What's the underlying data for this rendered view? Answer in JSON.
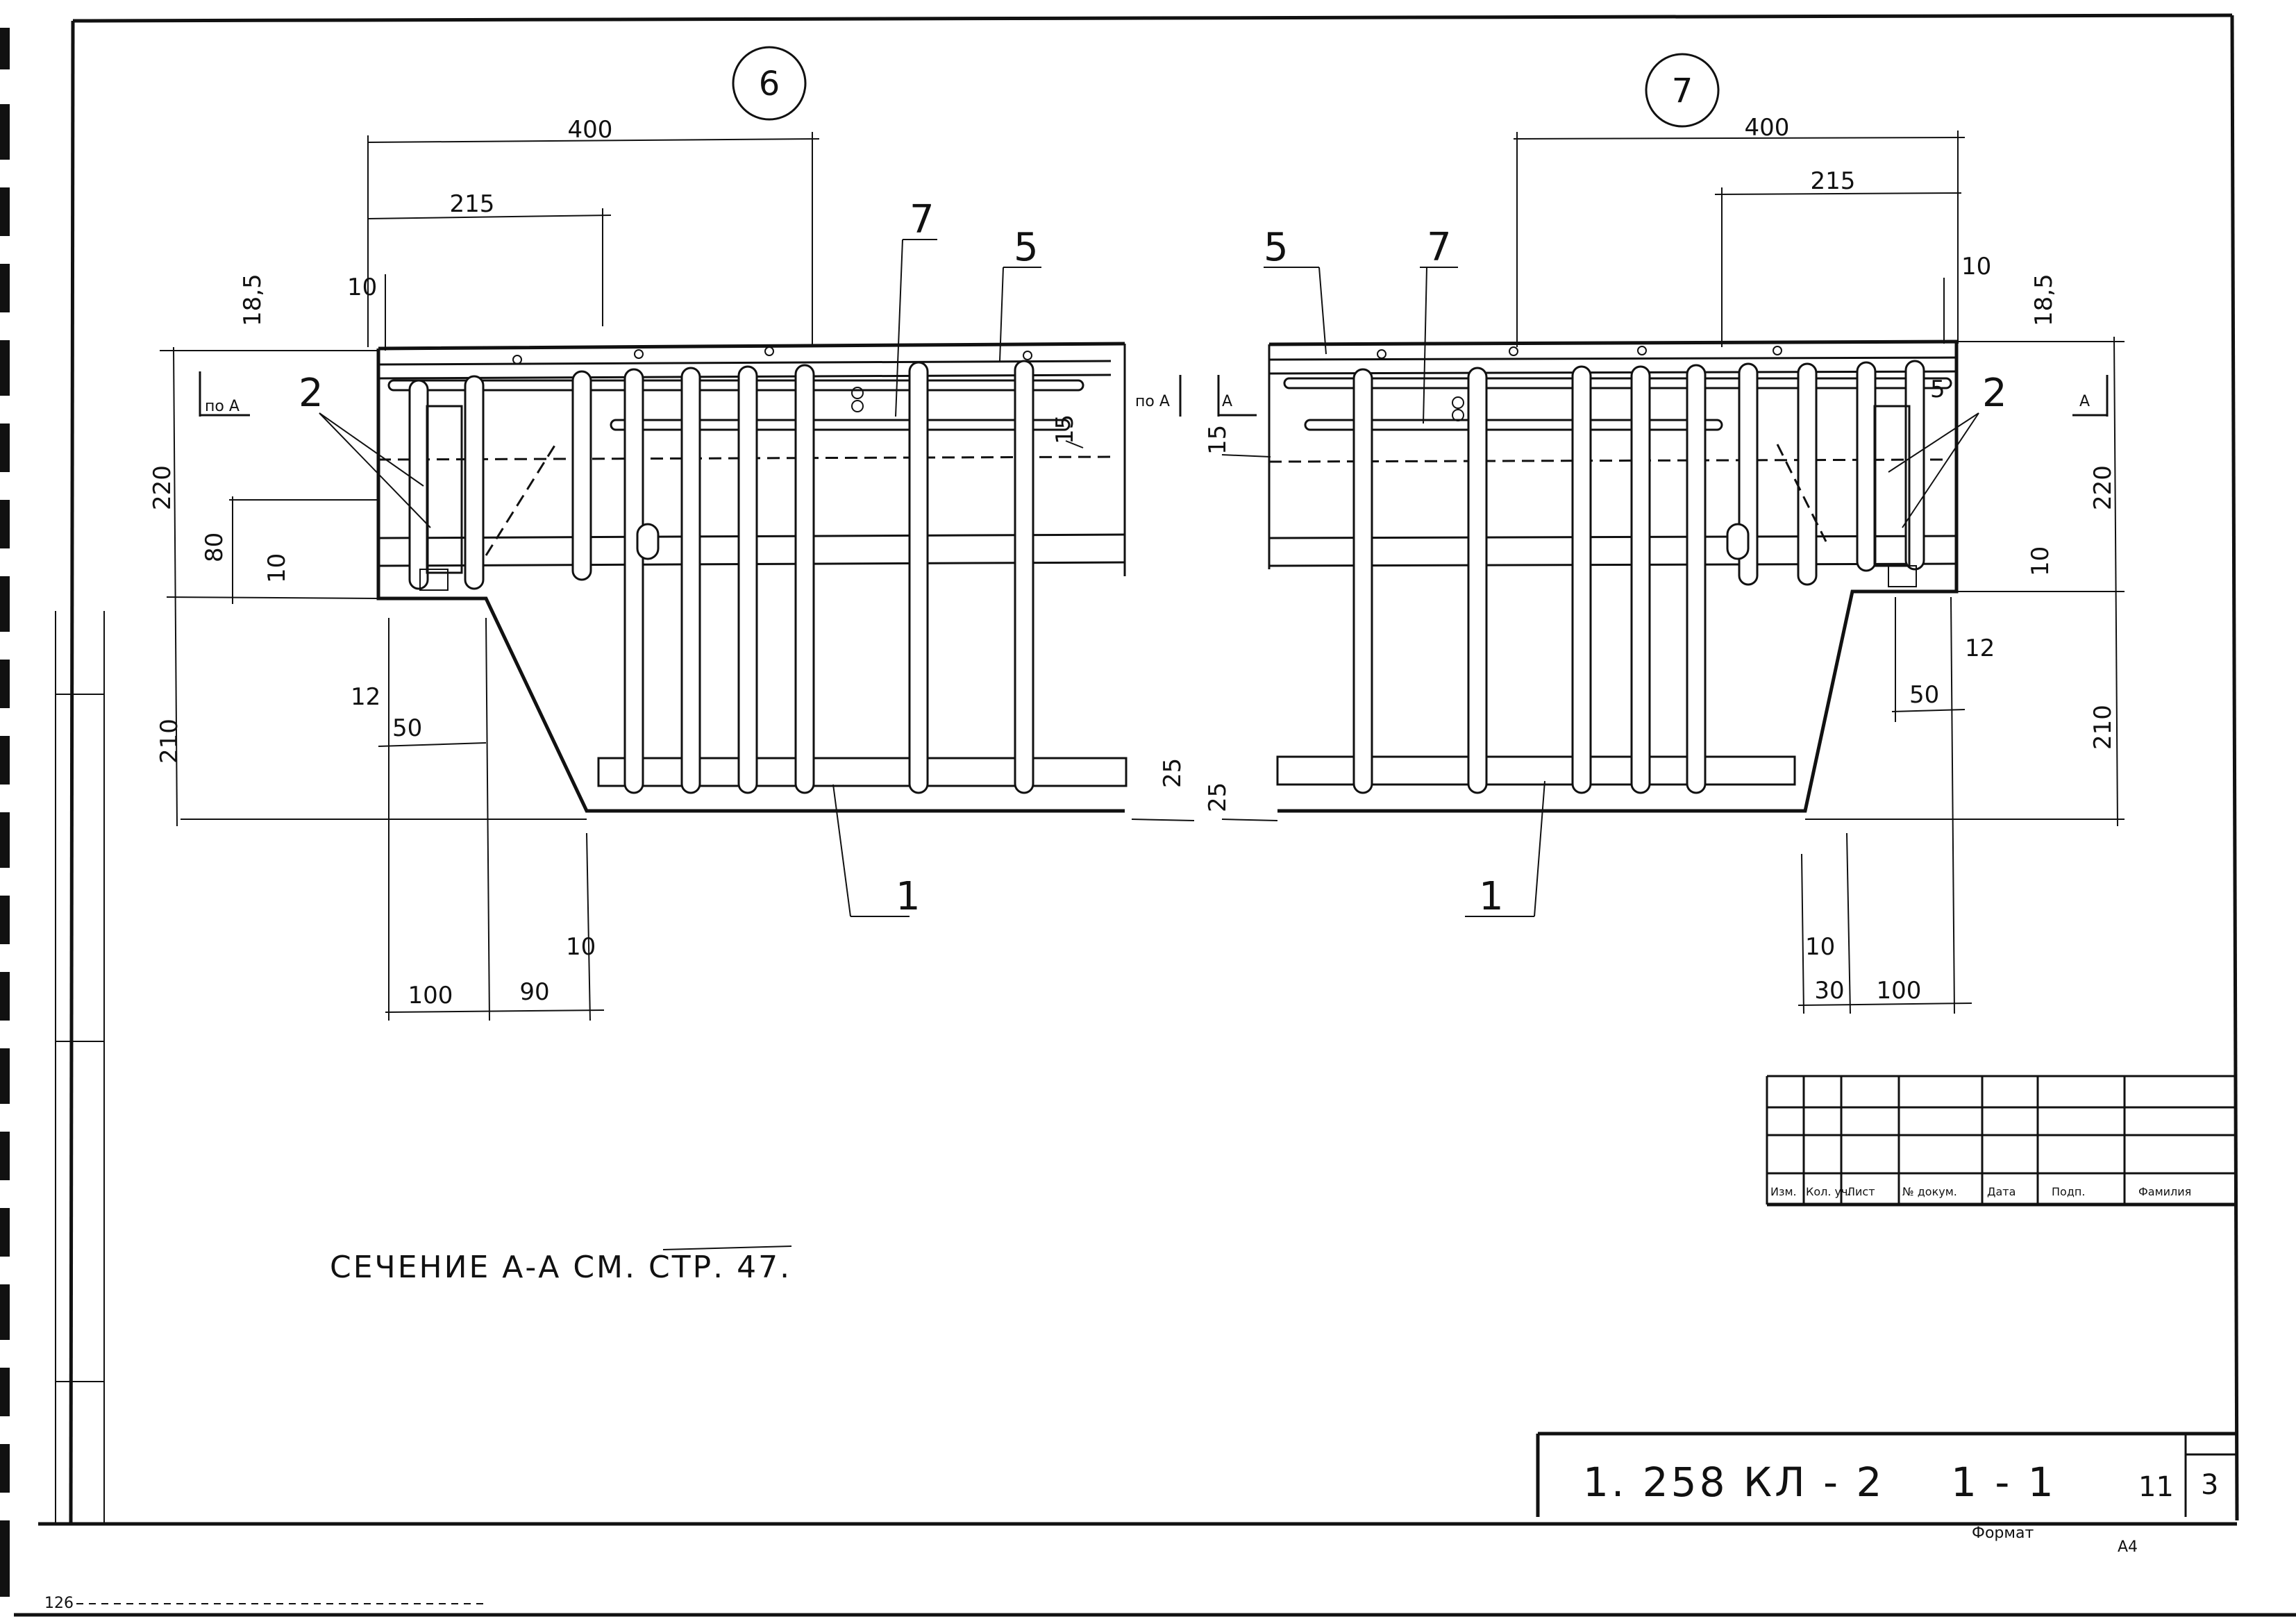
{
  "drawing": {
    "views": [
      {
        "id": "6",
        "marker": "6"
      },
      {
        "id": "7",
        "marker": "7"
      }
    ],
    "position_labels": {
      "left": {
        "p1": "1",
        "p2": "2",
        "p5": "5",
        "p7": "7"
      },
      "right": {
        "p1": "1",
        "p2": "2",
        "p5": "5",
        "p7": "7"
      }
    },
    "dimensions": {
      "left": {
        "overall": "400",
        "inner": "215",
        "top_offset": "10",
        "top_small": "18,5",
        "height_upper": "220",
        "depth_a": "80",
        "step": "10",
        "height_lower": "210",
        "edge": "12",
        "width_a": "50",
        "bottom_a": "100",
        "bottom_b": "90",
        "bottom_c": "10",
        "rebar_a": "15",
        "bottom_gap": "25"
      },
      "right": {
        "overall": "400",
        "inner": "215",
        "top_offset": "10",
        "top_small": "18,5",
        "height_upper": "220",
        "step": "10",
        "height_lower": "210",
        "edge": "12",
        "width_a": "50",
        "bottom_a": "100",
        "bottom_b": "30",
        "bottom_c": "10",
        "rebar_a": "15",
        "bottom_gap": "25",
        "small_5": "5"
      }
    },
    "section_marks": {
      "left_outer": "по А",
      "center_left": "по А",
      "center_right": "А",
      "right_outer": "А"
    },
    "note": "СЕЧЕНИЕ  А-А  СМ.   СТР. 47."
  },
  "title_block": {
    "headers": [
      "Изм.",
      "Кол. уч.",
      "Лист",
      "№ докум.",
      "Дата",
      "Подп.",
      "Фамилия"
    ],
    "designation": "1. 258 КЛ - 2",
    "section": "1 - 1",
    "sheet_mark": "11",
    "sheet_number": "3",
    "format_label": "Формат",
    "corner_mark": "А4"
  },
  "margin": {
    "stamp": "126"
  }
}
